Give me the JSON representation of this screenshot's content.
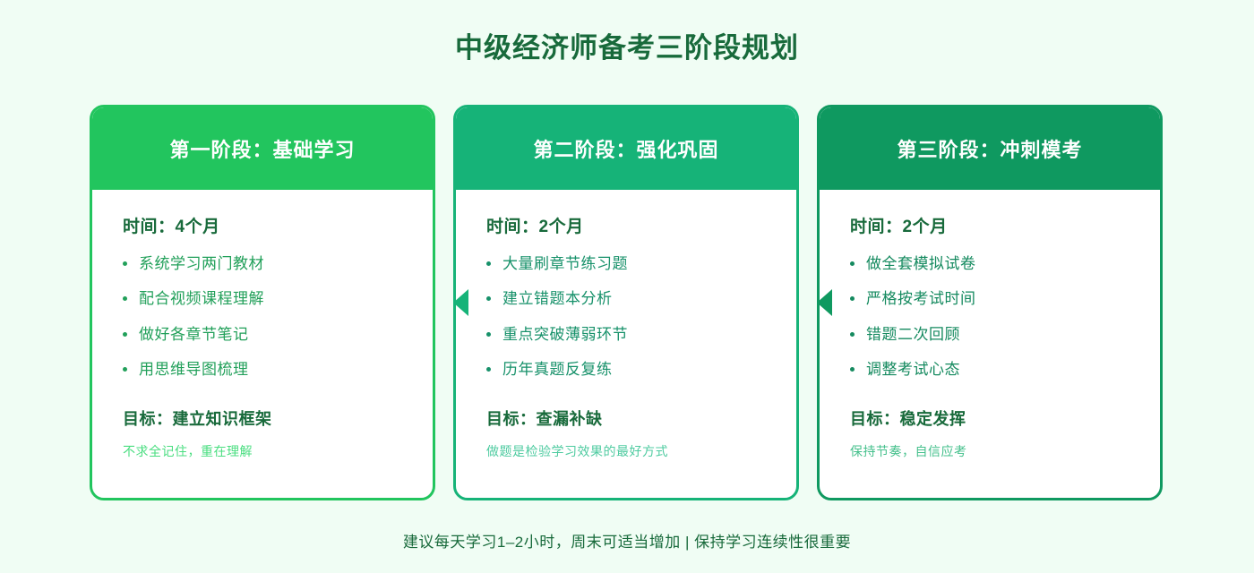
{
  "header": {
    "title": "中级经济师备考三阶段规划"
  },
  "theme": {
    "background": "#f0fdf4",
    "title_color": "#186a3b",
    "card_background": "#ffffff"
  },
  "cards": [
    {
      "title": "第一阶段：基础学习",
      "duration": "时间：4个月",
      "tasks": [
        "系统学习两门教材",
        "配合视频课程理解",
        "做好各章节笔记",
        "用思维导图梳理"
      ],
      "goal": "目标：建立知识框架",
      "note": "不求全记住，重在理解",
      "accent": "#22c55e",
      "task_color": "#22a05a",
      "note_color": "#4ade80",
      "has_connector": false
    },
    {
      "title": "第二阶段：强化巩固",
      "duration": "时间：2个月",
      "tasks": [
        "大量刷章节练习题",
        "建立错题本分析",
        "重点突破薄弱环节",
        "历年真题反复练"
      ],
      "goal": "目标：查漏补缺",
      "note": "做题是检验学习效果的最好方式",
      "accent": "#16b378",
      "task_color": "#17916a",
      "note_color": "#4ecba0",
      "has_connector": true
    },
    {
      "title": "第三阶段：冲刺模考",
      "duration": "时间：2个月",
      "tasks": [
        "做全套模拟试卷",
        "严格按考试时间",
        "错题二次回顾",
        "调整考试心态"
      ],
      "goal": "目标：稳定发挥",
      "note": "保持节奏，自信应考",
      "accent": "#0f9960",
      "task_color": "#158a5f",
      "note_color": "#45c08c",
      "has_connector": true
    }
  ],
  "footer": {
    "tip": "建议每天学习1–2小时，周末可适当增加 | 保持学习连续性很重要"
  }
}
